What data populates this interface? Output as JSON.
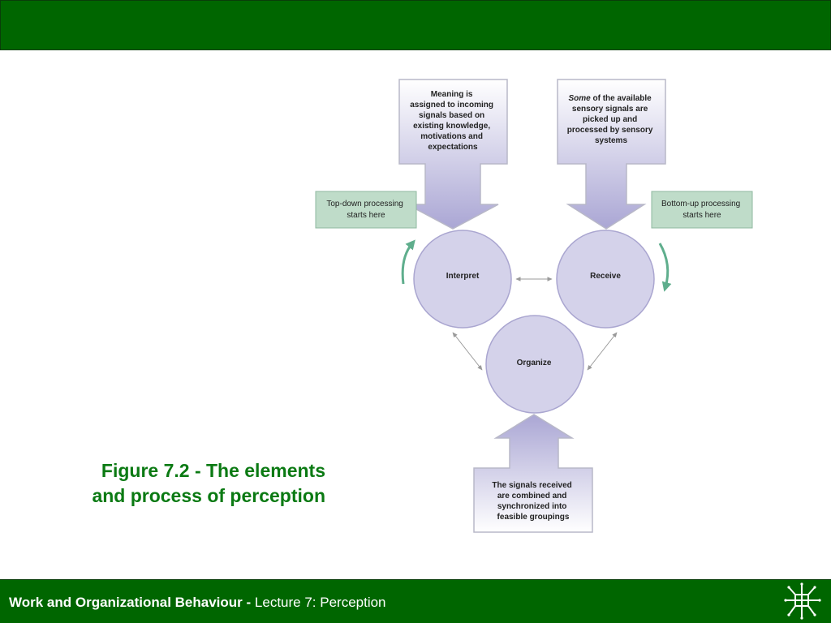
{
  "footer": {
    "course_title": "Work and Organizational Behaviour -",
    "lecture": " Lecture 7: Perception"
  },
  "caption": "Figure 7.2 - The elements and process of perception",
  "diagram": {
    "top_left_arrow_lines": [
      "Meaning is",
      "assigned to incoming",
      "signals based on",
      "existing knowledge,",
      "motivations and",
      "expectations"
    ],
    "top_right_arrow_lines_rest": [
      " of the available",
      "sensory signals are",
      "picked up and",
      "processed by sensory",
      "systems"
    ],
    "top_right_arrow_italic": "Some",
    "bottom_arrow_lines": [
      "The signals received",
      "are combined and",
      "synchronized into",
      "feasible groupings"
    ],
    "left_label_lines": [
      "Top-down processing",
      "starts here"
    ],
    "right_label_lines": [
      "Bottom-up processing",
      "starts here"
    ],
    "circle_interpret": "Interpret",
    "circle_receive": "Receive",
    "circle_organize": "Organize"
  },
  "colors": {
    "bar_green": "#006600",
    "caption_green": "#0b7a13",
    "circle_fill": "#d4d2ea",
    "label_fill": "#bfdcc9",
    "curved_arrow": "#5fae8d"
  }
}
